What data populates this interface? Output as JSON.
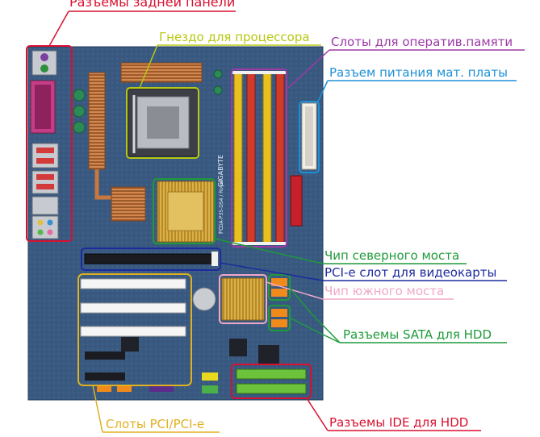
{
  "labels": {
    "rear_panel": "Разъемы задней панели",
    "cpu_socket": "Гнездо для процессора",
    "ram_slots": "Слоты для оператив.памяти",
    "power": "Разъем питания мат. платы",
    "northbridge": "Чип северного моста",
    "pcie_video": "PCI-e слот для видеокарты",
    "southbridge": "Чип южного моста",
    "sata": "Разъемы SATA для HDD",
    "pci_slots": "Слоты PCI/PCI-e",
    "ide": "Разъемы IDE для HDD"
  },
  "board_silkscreen": {
    "brand": "GIGABYTE",
    "model": "GA-P35-DS4 / Royal",
    "fc": "FC"
  },
  "colors": {
    "rear_panel": "#d8102f",
    "cpu_socket": "#b8c810",
    "ram_slots": "#9c3aa6",
    "power": "#1e90d6",
    "northbridge": "#1f9a3a",
    "pcie_video": "#1c2a9e",
    "southbridge": "#f0a8c8",
    "sata": "#1f9a3a",
    "pci_slots": "#e0b020",
    "ide": "#d8102f"
  }
}
